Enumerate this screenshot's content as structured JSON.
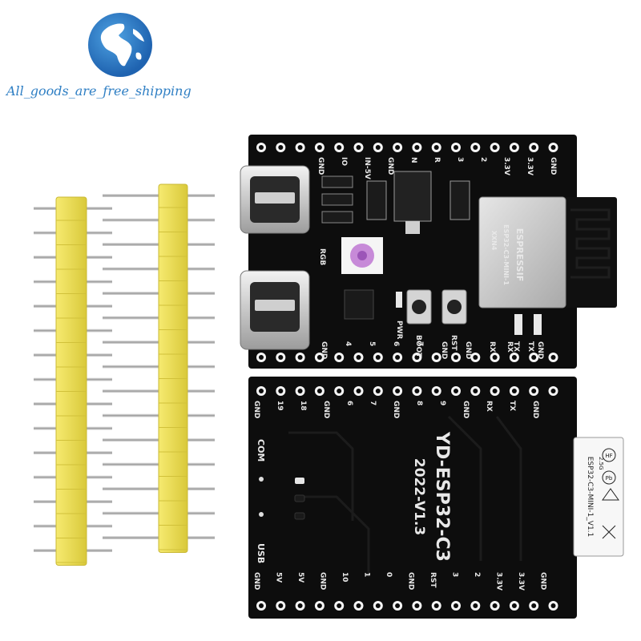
{
  "watermark": {
    "text": "All_goods_are_free_shipping",
    "color": "#2f7fc4"
  },
  "top_board": {
    "pin_labels_top": [
      "GND",
      "IO",
      "IN-5V",
      "GND",
      "N",
      "R",
      "3",
      "2",
      "3.3V",
      "3.3V",
      "GND"
    ],
    "pin_labels_bottom": [
      "GND",
      "4",
      "5",
      "6",
      "7",
      "GND",
      "GND",
      "RX",
      "TX",
      "GND"
    ],
    "module_brand": "ESPRESSIF",
    "module_model": "ESP32-C3-MINI-1",
    "module_code": "XXN4",
    "button_labels": [
      "BOOT",
      "RST"
    ],
    "led_labels": [
      "PWR",
      "RX",
      "TX"
    ],
    "rgb_label": "RGB"
  },
  "bottom_board": {
    "title": "YD-ESP32-C3",
    "version": "2022-V1.3",
    "label_com": "COM",
    "label_usb": "USB",
    "pin_labels_top": [
      "GND",
      "19",
      "18",
      "GND",
      "6",
      "7",
      "GND",
      "8",
      "9",
      "GND",
      "RX",
      "TX",
      "GND"
    ],
    "pin_labels_bottom": [
      "GND",
      "5V",
      "5V",
      "GND",
      "10",
      "1",
      "0",
      "GND",
      "RST",
      "3",
      "2",
      "3.3V",
      "3.3V",
      "GND"
    ],
    "sticker_label": "ESP32-C3-MINI-1_V1.1",
    "sticker_marks": [
      "HF",
      "Pb",
      "2.5G"
    ]
  },
  "colors": {
    "board": "#0d0d0d",
    "header_plastic": "#f2e35a",
    "pin_metal": "#c9c9c9"
  }
}
